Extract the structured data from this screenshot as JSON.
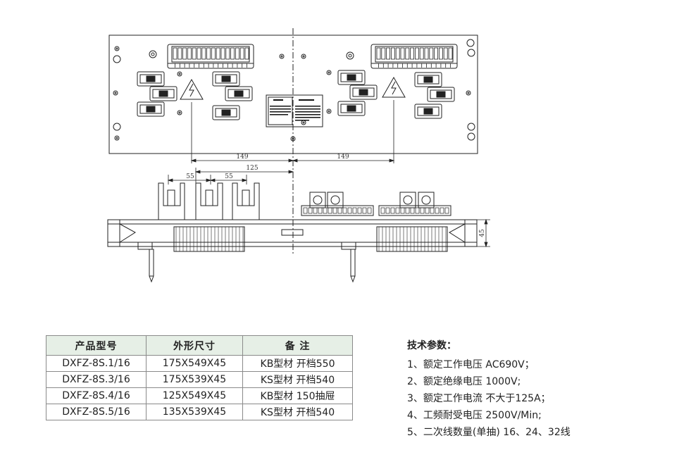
{
  "drawing": {
    "dimensions": {
      "left_span": "149",
      "right_span": "149",
      "pitch_total": "125",
      "pitch_1": "55",
      "pitch_2": "55",
      "height": "45"
    }
  },
  "table": {
    "headers": [
      "产品型号",
      "外形尺寸",
      "备  注"
    ],
    "rows": [
      [
        "DXFZ-8S.1/16",
        "175X549X45",
        "KB型材 开档550"
      ],
      [
        "DXFZ-8S.3/16",
        "175X539X45",
        "KS型材 开档540"
      ],
      [
        "DXFZ-8S.4/16",
        "125X549X45",
        "KB型材 150抽屉"
      ],
      [
        "DXFZ-8S.5/16",
        "135X539X45",
        "KS型材 开档540"
      ]
    ]
  },
  "params": {
    "title": "技术参数：",
    "items": [
      "1、额定工作电压   AC690V；",
      "2、额定绝缘电压   1000V;",
      "3、额定工作电流   不大于125A；",
      "4、工频耐受电压   2500V/Min;",
      "5、二次线数量(单抽) 16、24、32线"
    ]
  },
  "colors": {
    "line": "#222222",
    "header_bg": "#e6efe6",
    "border": "#8a8a8a"
  }
}
